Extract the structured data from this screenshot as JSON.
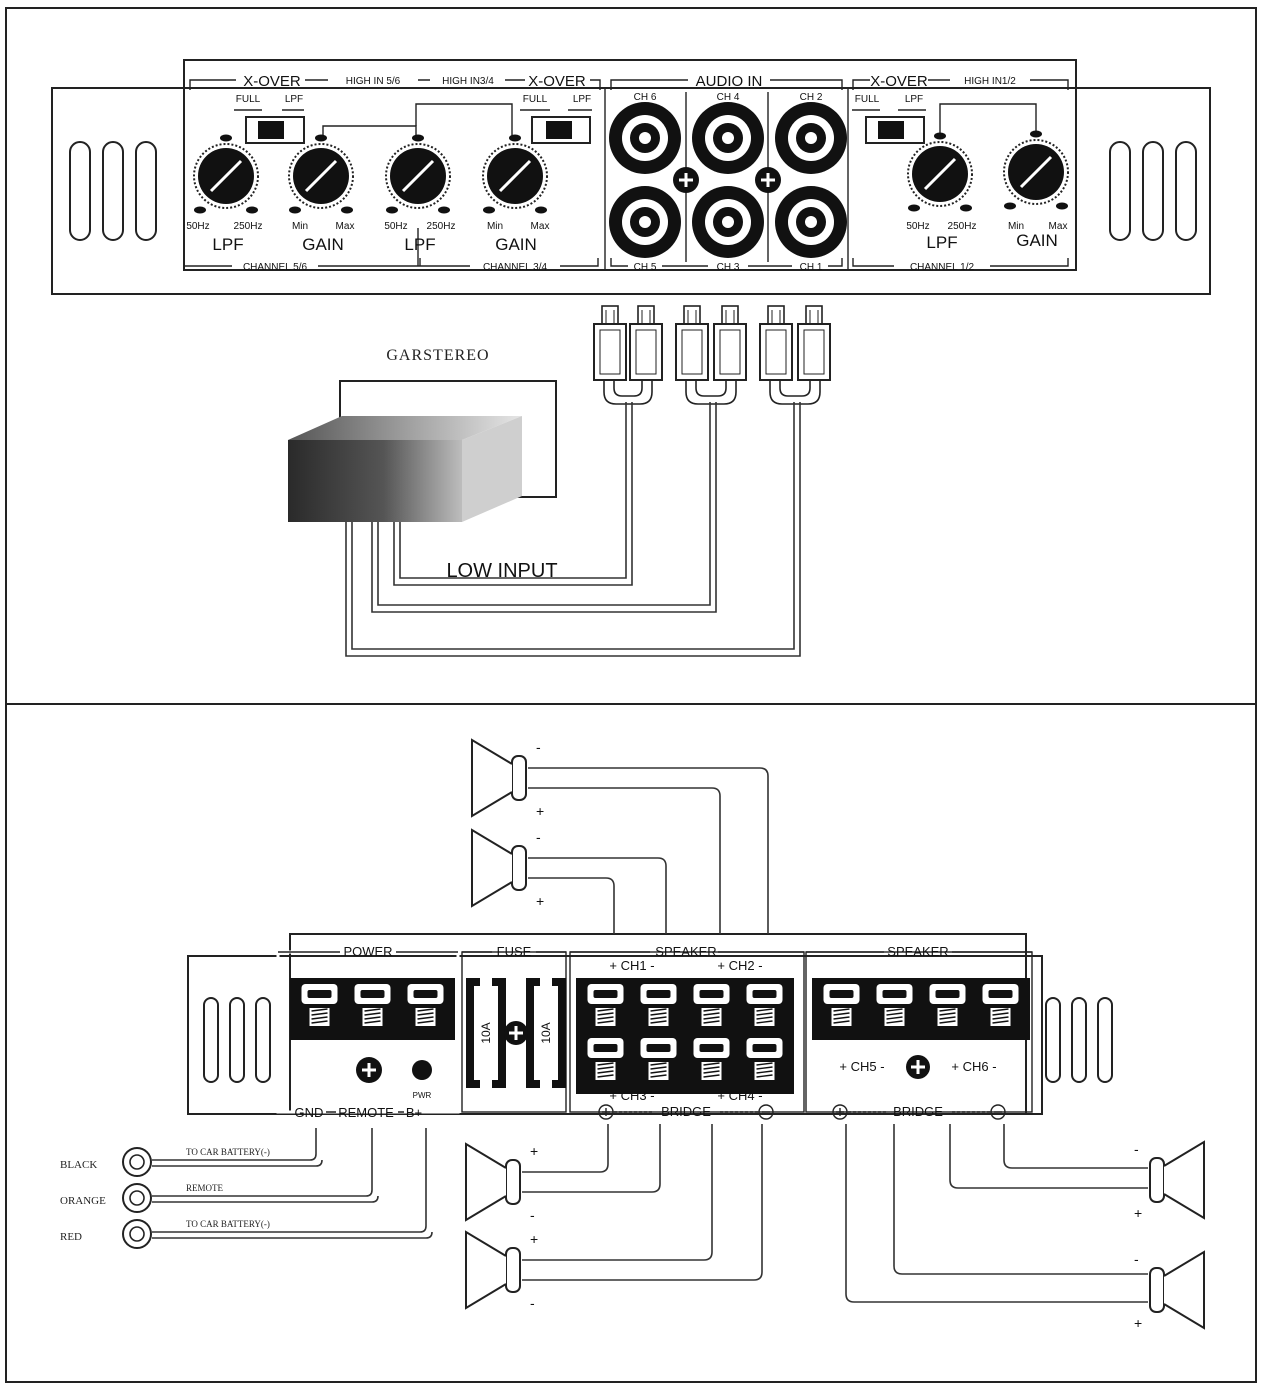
{
  "amp_top": {
    "groups": {
      "xover_left": "X-OVER",
      "high_in_56": "HIGH IN 5/6",
      "high_in_34": "HIGH IN3/4",
      "xover_mid": "X-OVER",
      "audio_in": "AUDIO IN",
      "xover_right": "X-OVER",
      "high_in_12": "HIGH IN1/2"
    },
    "switch_full": "FULL",
    "switch_lpf": "LPF",
    "knob_range_freq_lo": "50Hz",
    "knob_range_freq_hi": "250Hz",
    "knob_range_min": "Min",
    "knob_range_max": "Max",
    "knob_lpf": "LPF",
    "knob_gain": "GAIN",
    "channel_56": "CHANNEL 5/6",
    "channel_34": "CHANNEL 3/4",
    "channel_12": "CHANNEL 1/2",
    "rca_top": [
      "CH 6",
      "CH 4",
      "CH 2"
    ],
    "rca_bottom": [
      "CH 5",
      "CH 3",
      "CH 1"
    ]
  },
  "head_unit": {
    "label": "GARSTEREO",
    "low_input": "LOW INPUT"
  },
  "amp_bottom": {
    "power": "POWER",
    "fuse": "FUSE",
    "speaker": "SPEAKER",
    "fuse_rating": "10A",
    "pwr": "PWR",
    "gnd": "GND",
    "remote": "REMOTE",
    "bplus": "B+",
    "ch1": "+ CH1 -",
    "ch2": "+ CH2 -",
    "ch3": "+ CH3 -",
    "ch4": "+ CH4 -",
    "ch5": "+ CH5 -",
    "ch6": "+ CH6 -",
    "bridge": "BRIDGE"
  },
  "power_wires": [
    {
      "color": "BLACK",
      "label": "TO CAR BATTERY(-)"
    },
    {
      "color": "ORANGE",
      "label": "REMOTE"
    },
    {
      "color": "RED",
      "label": "TO CAR BATTERY(-)"
    }
  ],
  "polarity": {
    "plus": "+",
    "minus": "-"
  }
}
